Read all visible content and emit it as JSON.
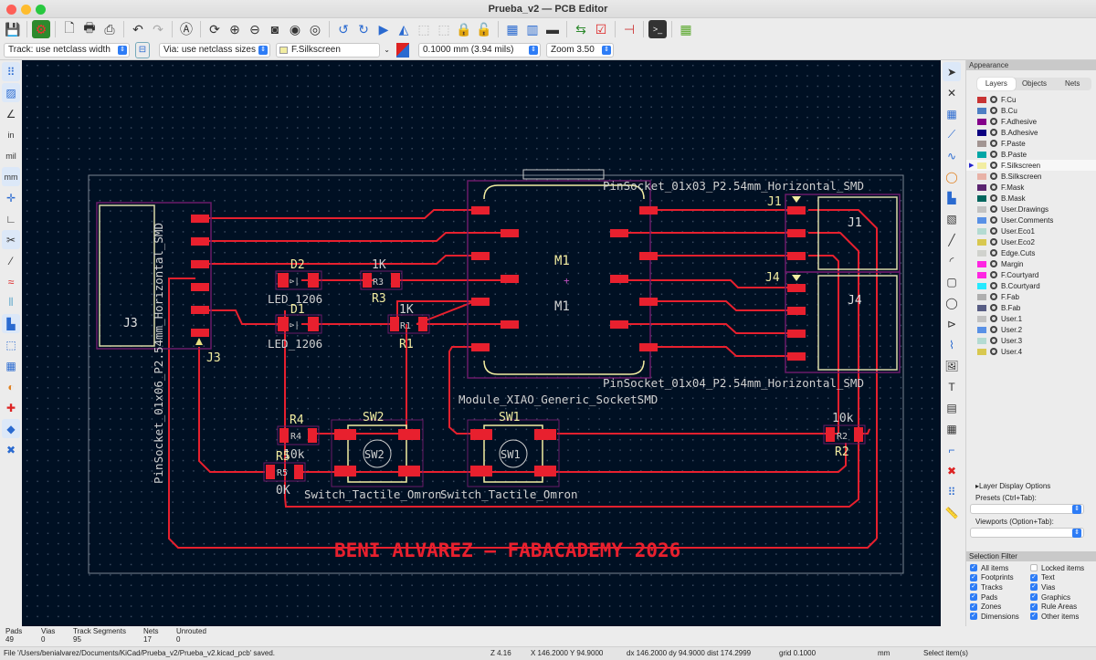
{
  "window": {
    "title": "Prueba_v2 — PCB Editor"
  },
  "toolbar_top": {
    "icons": [
      "save-icon",
      "board-setup-icon",
      "page-settings-icon",
      "print-icon",
      "plot-icon",
      "undo-icon",
      "redo-icon",
      "find-icon",
      "refresh-icon",
      "zoom-in-icon",
      "zoom-out-icon",
      "zoom-fit-icon",
      "zoom-objects-icon",
      "zoom-selection-icon",
      "rotate-ccw-icon",
      "rotate-cw-icon",
      "flip-icon",
      "mirror-icon",
      "group-icon",
      "ungroup-icon",
      "lock-icon",
      "unlock-icon",
      "footprint-editor-icon",
      "footprint-browser-icon",
      "3d-viewer-icon",
      "update-pcb-icon",
      "drc-icon",
      "schematic-icon",
      "scripting-console-icon",
      "plugin-icon"
    ]
  },
  "toolbar_options": {
    "track_width": "Track: use netclass width",
    "via_size": "Via: use netclass sizes",
    "layer": "F.Silkscreen",
    "grid": "0.1000 mm (3.94 mils)",
    "zoom": "Zoom 3.50"
  },
  "appearance": {
    "header": "Appearance",
    "tabs": [
      "Layers",
      "Objects",
      "Nets"
    ],
    "active_tab": "Layers",
    "layers": [
      {
        "name": "F.Cu",
        "color": "#c83434"
      },
      {
        "name": "B.Cu",
        "color": "#4d7fc4"
      },
      {
        "name": "F.Adhesive",
        "color": "#84008a"
      },
      {
        "name": "B.Adhesive",
        "color": "#0b0080"
      },
      {
        "name": "F.Paste",
        "color": "#a29592"
      },
      {
        "name": "B.Paste",
        "color": "#00a6a6"
      },
      {
        "name": "F.Silkscreen",
        "color": "#f2eda1",
        "selected": true
      },
      {
        "name": "B.Silkscreen",
        "color": "#e8b2a7"
      },
      {
        "name": "F.Mask",
        "color": "#5a2470"
      },
      {
        "name": "B.Mask",
        "color": "#02665e"
      },
      {
        "name": "User.Drawings",
        "color": "#c2c2c2"
      },
      {
        "name": "User.Comments",
        "color": "#5991e6"
      },
      {
        "name": "User.Eco1",
        "color": "#b4dbd2"
      },
      {
        "name": "User.Eco2",
        "color": "#d8c850"
      },
      {
        "name": "Edge.Cuts",
        "color": "#d0d2cd"
      },
      {
        "name": "Margin",
        "color": "#ff26e2"
      },
      {
        "name": "F.Courtyard",
        "color": "#ff26e2"
      },
      {
        "name": "B.Courtyard",
        "color": "#26e9ff"
      },
      {
        "name": "F.Fab",
        "color": "#afafaf"
      },
      {
        "name": "B.Fab",
        "color": "#585d84"
      },
      {
        "name": "User.1",
        "color": "#c2c2c2"
      },
      {
        "name": "User.2",
        "color": "#5991e6"
      },
      {
        "name": "User.3",
        "color": "#b4dbd2"
      },
      {
        "name": "User.4",
        "color": "#d8c850"
      }
    ],
    "layer_display_options": "Layer Display Options",
    "presets_label": "Presets (Ctrl+Tab):",
    "viewports_label": "Viewports (Option+Tab):"
  },
  "selection_filter": {
    "header": "Selection Filter",
    "items": [
      {
        "label": "All items",
        "checked": true
      },
      {
        "label": "Locked items",
        "checked": false
      },
      {
        "label": "Footprints",
        "checked": true
      },
      {
        "label": "Text",
        "checked": true
      },
      {
        "label": "Tracks",
        "checked": true
      },
      {
        "label": "Vias",
        "checked": true
      },
      {
        "label": "Pads",
        "checked": true
      },
      {
        "label": "Graphics",
        "checked": true
      },
      {
        "label": "Zones",
        "checked": true
      },
      {
        "label": "Rule Areas",
        "checked": true
      },
      {
        "label": "Dimensions",
        "checked": true
      },
      {
        "label": "Other items",
        "checked": true
      }
    ]
  },
  "stats": [
    {
      "label": "Pads",
      "value": "49"
    },
    {
      "label": "Vias",
      "value": "0"
    },
    {
      "label": "Track Segments",
      "value": "95"
    },
    {
      "label": "Nets",
      "value": "17"
    },
    {
      "label": "Unrouted",
      "value": "0"
    }
  ],
  "status": {
    "message": "File '/Users/benialvarez/Documents/KiCad/Prueba_v2/Prueba_v2.kicad_pcb' saved.",
    "zoom": "Z 4.16",
    "coords": "X 146.2000  Y 94.9000",
    "delta": "dx 146.2000  dy 94.9000  dist 174.2999",
    "grid": "grid 0.1000",
    "units": "mm",
    "mode": "Select item(s)"
  },
  "pcb": {
    "title_text": "BENI ALVAREZ — FABACADEMY 2026",
    "components": {
      "J3": {
        "ref": "J3",
        "value": "PinSocket_01x06_P2.54mm_Horizontal_SMD"
      },
      "J1": {
        "ref": "J1",
        "value": "PinSocket_01x03_P2.54mm_Horizontal_SMD"
      },
      "J4": {
        "ref": "J4",
        "value": "PinSocket_01x04_P2.54mm_Horizontal_SMD"
      },
      "M1": {
        "ref": "M1",
        "value": "Module_XIAO_Generic_SocketSMD"
      },
      "D1": {
        "ref": "D1",
        "value": "LED_1206"
      },
      "D2": {
        "ref": "D2",
        "value": "LED_1206"
      },
      "R1": {
        "ref": "R1",
        "value": "1K"
      },
      "R2": {
        "ref": "R2",
        "value": "10k"
      },
      "R3": {
        "ref": "R3",
        "value": "1K"
      },
      "R4": {
        "ref": "R4",
        "value": "10k"
      },
      "R5": {
        "ref": "R5",
        "value": "0K"
      },
      "SW1": {
        "ref": "SW1",
        "value": "Switch_Tactile_Omron"
      },
      "SW2": {
        "ref": "SW2",
        "value": "Switch_Tactile_Omron"
      }
    }
  }
}
